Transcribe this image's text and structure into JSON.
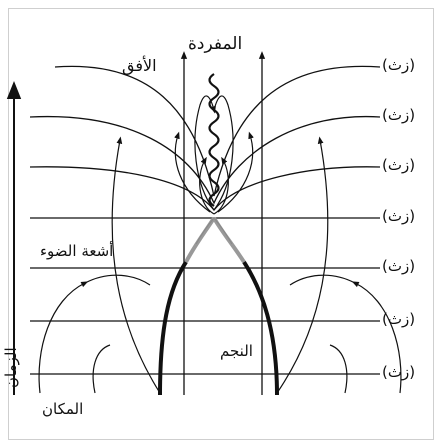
{
  "labels": {
    "singularity": "المفردة",
    "horizon": "الأفق",
    "light_rays": "أشعة الضوء",
    "star": "النجم",
    "time_axis": "الزمان",
    "space_axis": "المكان"
  },
  "time_slices": [
    "(زث)",
    "(زث)",
    "(زث)",
    "(زث)",
    "(زث)",
    "(زث)",
    "(زث)"
  ]
}
